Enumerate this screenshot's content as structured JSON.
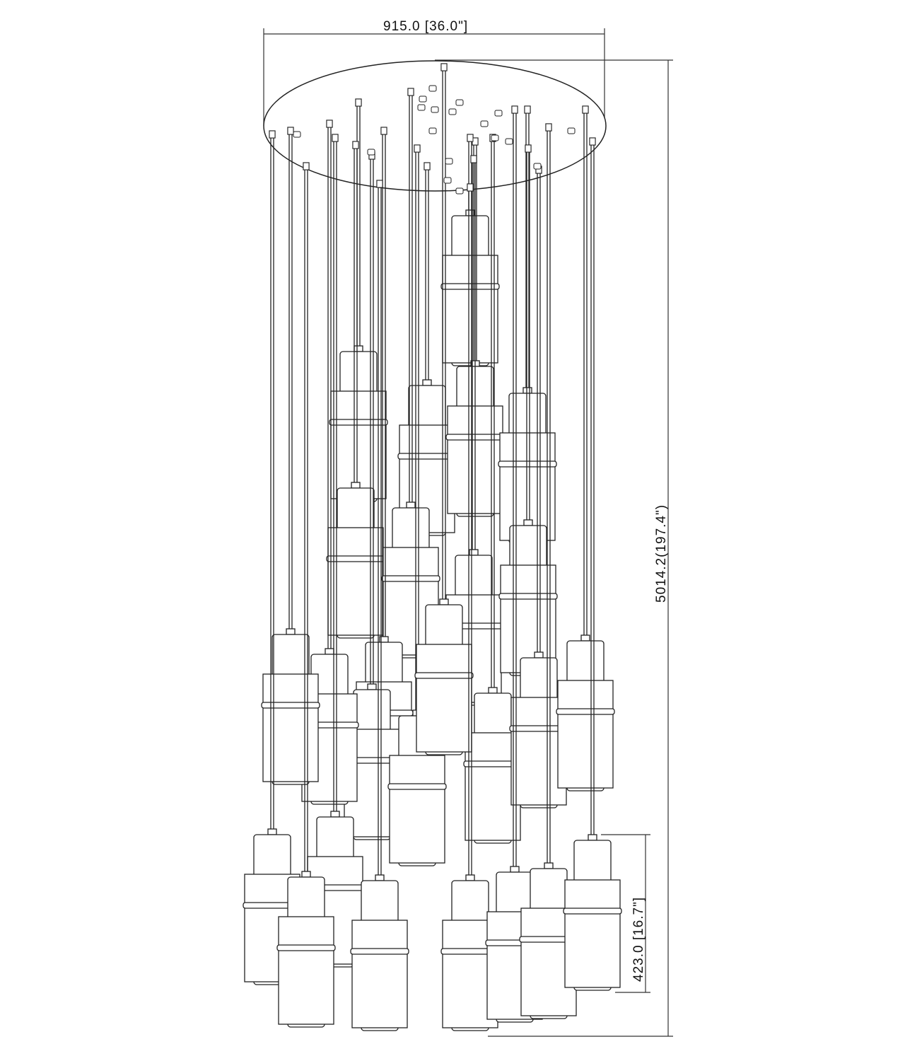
{
  "dimensions": {
    "width": "915.0 [36.0\"]",
    "height": "5014.2(197.4\")",
    "pendant_height": "423.0 [16.7\"]"
  },
  "colors": {
    "line": "#222222",
    "background": "#ffffff"
  },
  "pendant_count": 26
}
